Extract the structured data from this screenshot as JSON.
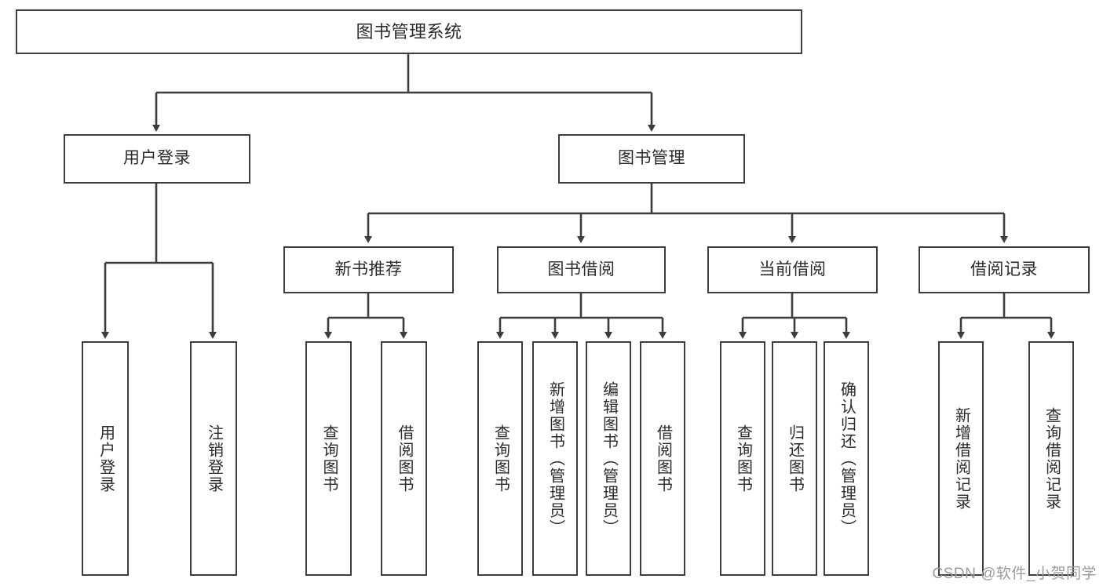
{
  "diagram": {
    "title": "图书管理系统",
    "type": "tree-hierarchy",
    "watermark": "CSDN @软件_小贺同学",
    "colors": {
      "stroke": "#3d3d3d",
      "text": "#2b2b2b",
      "background": "#ffffff",
      "watermark": "#9b9b9b"
    },
    "nodes": {
      "root": {
        "label": "图书管理系统",
        "orientation": "horizontal"
      },
      "level2": [
        {
          "id": "user-login",
          "label": "用户登录",
          "orientation": "horizontal"
        },
        {
          "id": "book-manage",
          "label": "图书管理",
          "orientation": "horizontal"
        }
      ],
      "level3": [
        {
          "id": "new-book-recommend",
          "label": "新书推荐",
          "orientation": "horizontal"
        },
        {
          "id": "book-borrow",
          "label": "图书借阅",
          "orientation": "horizontal"
        },
        {
          "id": "current-borrow",
          "label": "当前借阅",
          "orientation": "horizontal"
        },
        {
          "id": "borrow-record",
          "label": "借阅记录",
          "orientation": "horizontal"
        }
      ],
      "leaves": {
        "user_login_children": [
          {
            "id": "leaf-user-login",
            "label": "用户登录",
            "orientation": "vertical"
          },
          {
            "id": "leaf-logout-login",
            "label": "注销登录",
            "orientation": "vertical"
          }
        ],
        "new_book_recommend_children": [
          {
            "id": "leaf-query-book-1",
            "label": "查询图书",
            "orientation": "vertical"
          },
          {
            "id": "leaf-borrow-book-1",
            "label": "借阅图书",
            "orientation": "vertical"
          }
        ],
        "book_borrow_children": [
          {
            "id": "leaf-query-book-2",
            "label": "查询图书",
            "orientation": "vertical"
          },
          {
            "id": "leaf-add-book",
            "label": "新增图书（管理员）",
            "orientation": "vertical"
          },
          {
            "id": "leaf-edit-book",
            "label": "编辑图书（管理员）",
            "orientation": "vertical"
          },
          {
            "id": "leaf-borrow-book-2",
            "label": "借阅图书",
            "orientation": "vertical"
          }
        ],
        "current_borrow_children": [
          {
            "id": "leaf-query-book-3",
            "label": "查询图书",
            "orientation": "vertical"
          },
          {
            "id": "leaf-return-book",
            "label": "归还图书",
            "orientation": "vertical"
          },
          {
            "id": "leaf-confirm-return",
            "label": "确认归还（管理员）",
            "orientation": "vertical"
          }
        ],
        "borrow_record_children": [
          {
            "id": "leaf-add-borrow-record",
            "label": "新增借阅记录",
            "orientation": "vertical"
          },
          {
            "id": "leaf-query-borrow-record",
            "label": "查询借阅记录",
            "orientation": "vertical"
          }
        ]
      }
    }
  }
}
